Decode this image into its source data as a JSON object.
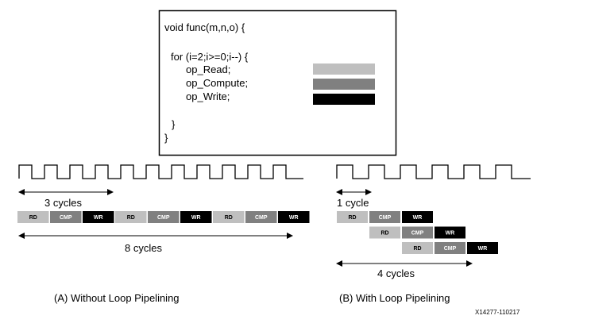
{
  "code": {
    "lines": [
      "void func(m,n,o) {",
      "for (i=2;i>=0;i--) {",
      "op_Read;",
      "op_Compute;",
      "op_Write;",
      "}",
      "}"
    ],
    "legend": [
      {
        "op": "read",
        "color": "#bfbfbf"
      },
      {
        "op": "compute",
        "color": "#808080"
      },
      {
        "op": "write",
        "color": "#000000"
      }
    ]
  },
  "blocks": {
    "rd": {
      "label": "RD",
      "fill": "#bfbfbf",
      "text": "#000000"
    },
    "cmp": {
      "label": "CMP",
      "fill": "#808080",
      "text": "#ffffff"
    },
    "wr": {
      "label": "WR",
      "fill": "#000000",
      "text": "#ffffff"
    }
  },
  "left": {
    "clock_pulses": 11,
    "sequence": [
      "rd",
      "cmp",
      "wr",
      "rd",
      "cmp",
      "wr",
      "rd",
      "cmp",
      "wr"
    ],
    "iteration_label": "3 cycles",
    "total_label": "8 cycles",
    "caption": "(A) Without Loop Pipelining"
  },
  "right": {
    "clock_pulses": 6,
    "rows": [
      [
        "rd",
        "cmp",
        "wr"
      ],
      [
        "rd",
        "cmp",
        "wr"
      ],
      [
        "rd",
        "cmp",
        "wr"
      ]
    ],
    "interval_label": "1 cycle",
    "total_label": "4 cycles",
    "caption": "(B) With Loop Pipelining"
  },
  "figure_id": "X14277-110217"
}
